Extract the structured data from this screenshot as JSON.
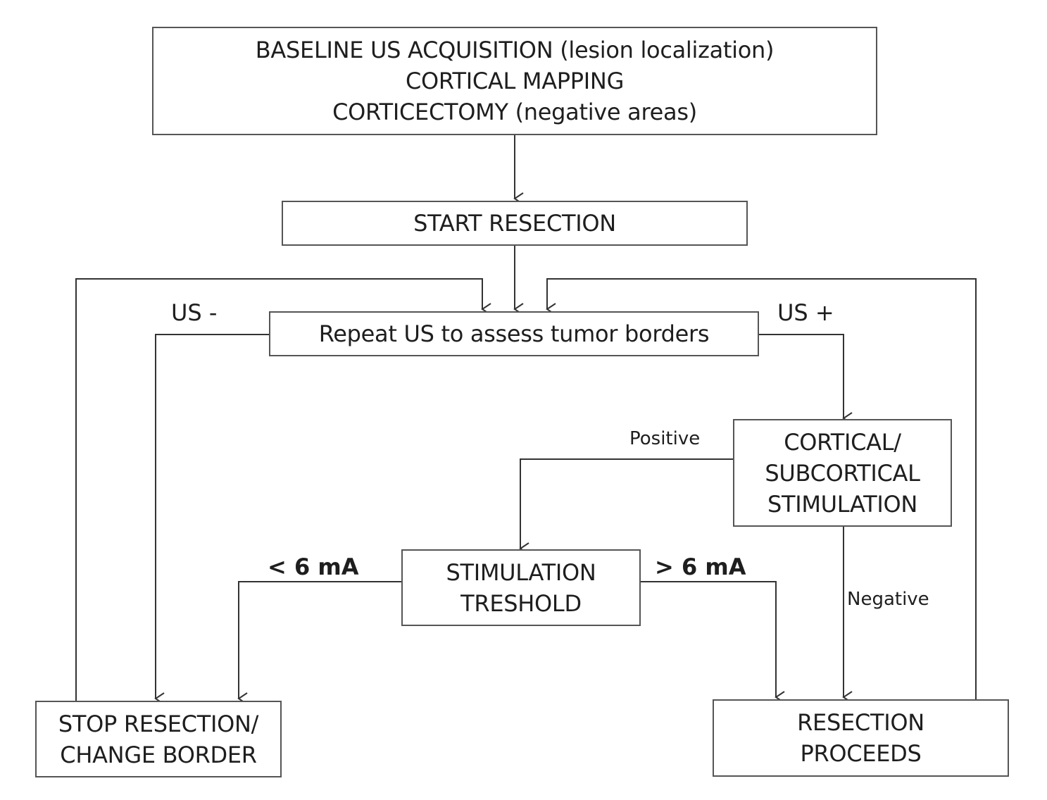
{
  "nodes": {
    "baseline": {
      "lines": [
        "BASELINE US ACQUISITION (lesion localization)",
        "CORTICAL MAPPING",
        "CORTICECTOMY (negative areas)"
      ]
    },
    "start": {
      "lines": [
        "START RESECTION"
      ]
    },
    "repeat": {
      "lines": [
        "Repeat US to assess tumor borders"
      ]
    },
    "stimulation": {
      "lines": [
        "CORTICAL/",
        "SUBCORTICAL",
        "STIMULATION"
      ]
    },
    "threshold": {
      "lines": [
        "STIMULATION",
        "TRESHOLD"
      ]
    },
    "stop": {
      "lines": [
        "STOP RESECTION/",
        "CHANGE BORDER"
      ]
    },
    "proceeds": {
      "lines": [
        "RESECTION",
        "PROCEEDS"
      ]
    }
  },
  "edge_labels": {
    "us_minus": "US -",
    "us_plus": "US +",
    "positive": "Positive",
    "negative": "Negative",
    "less_6ma": "< 6 mA",
    "more_6ma": "> 6 mA"
  },
  "colors": {
    "line": "#333333",
    "border": "#555555",
    "text": "#1e1e1e"
  }
}
